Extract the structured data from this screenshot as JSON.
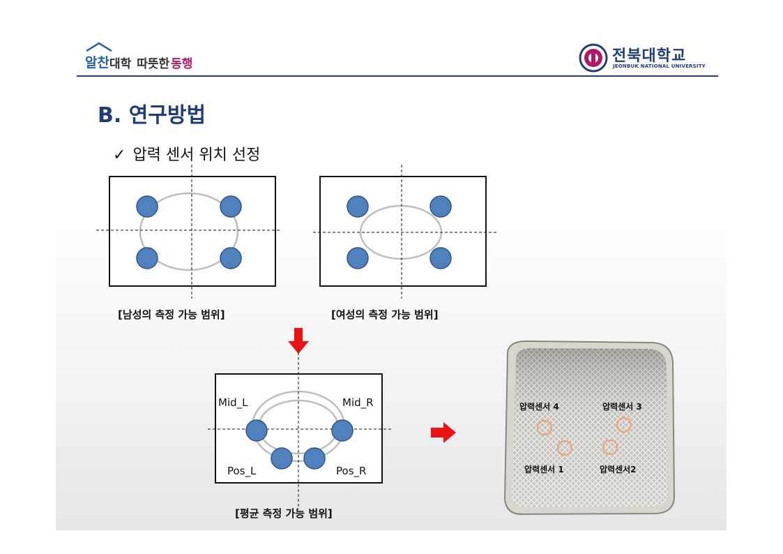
{
  "header": {
    "slogan_part1": "알찬",
    "slogan_part2": "대학",
    "slogan_part3": "따뜻한",
    "slogan_part4": "동행",
    "university_name": "전북대학교",
    "university_name_en": "JEONBUK NATIONAL UNIVERSITY"
  },
  "title": "B. 연구방법",
  "subtitle": {
    "check": "✓",
    "text": "압력 센서 위치 선정"
  },
  "diagrams": {
    "male_caption": "[남성의 측정 가능 범위]",
    "female_caption": "[여성의 측정 가능 범위]",
    "average_caption": "[평균 측정 가능 범위]",
    "labels": {
      "mid_l": "Mid_L",
      "mid_r": "Mid_R",
      "pos_l": "Pos_L",
      "pos_r": "Pos_R"
    }
  },
  "photo": {
    "sensor4": "압력센서 4",
    "sensor3": "압력센서 3",
    "sensor1": "압력센서 1",
    "sensor2": "압력센서2"
  },
  "colors": {
    "sensor_fill": "#4f81bd",
    "sensor_stroke": "#2f528f",
    "arrow": "#ee1111",
    "accent": "#1f3d7a",
    "ring": "#f0a070"
  }
}
